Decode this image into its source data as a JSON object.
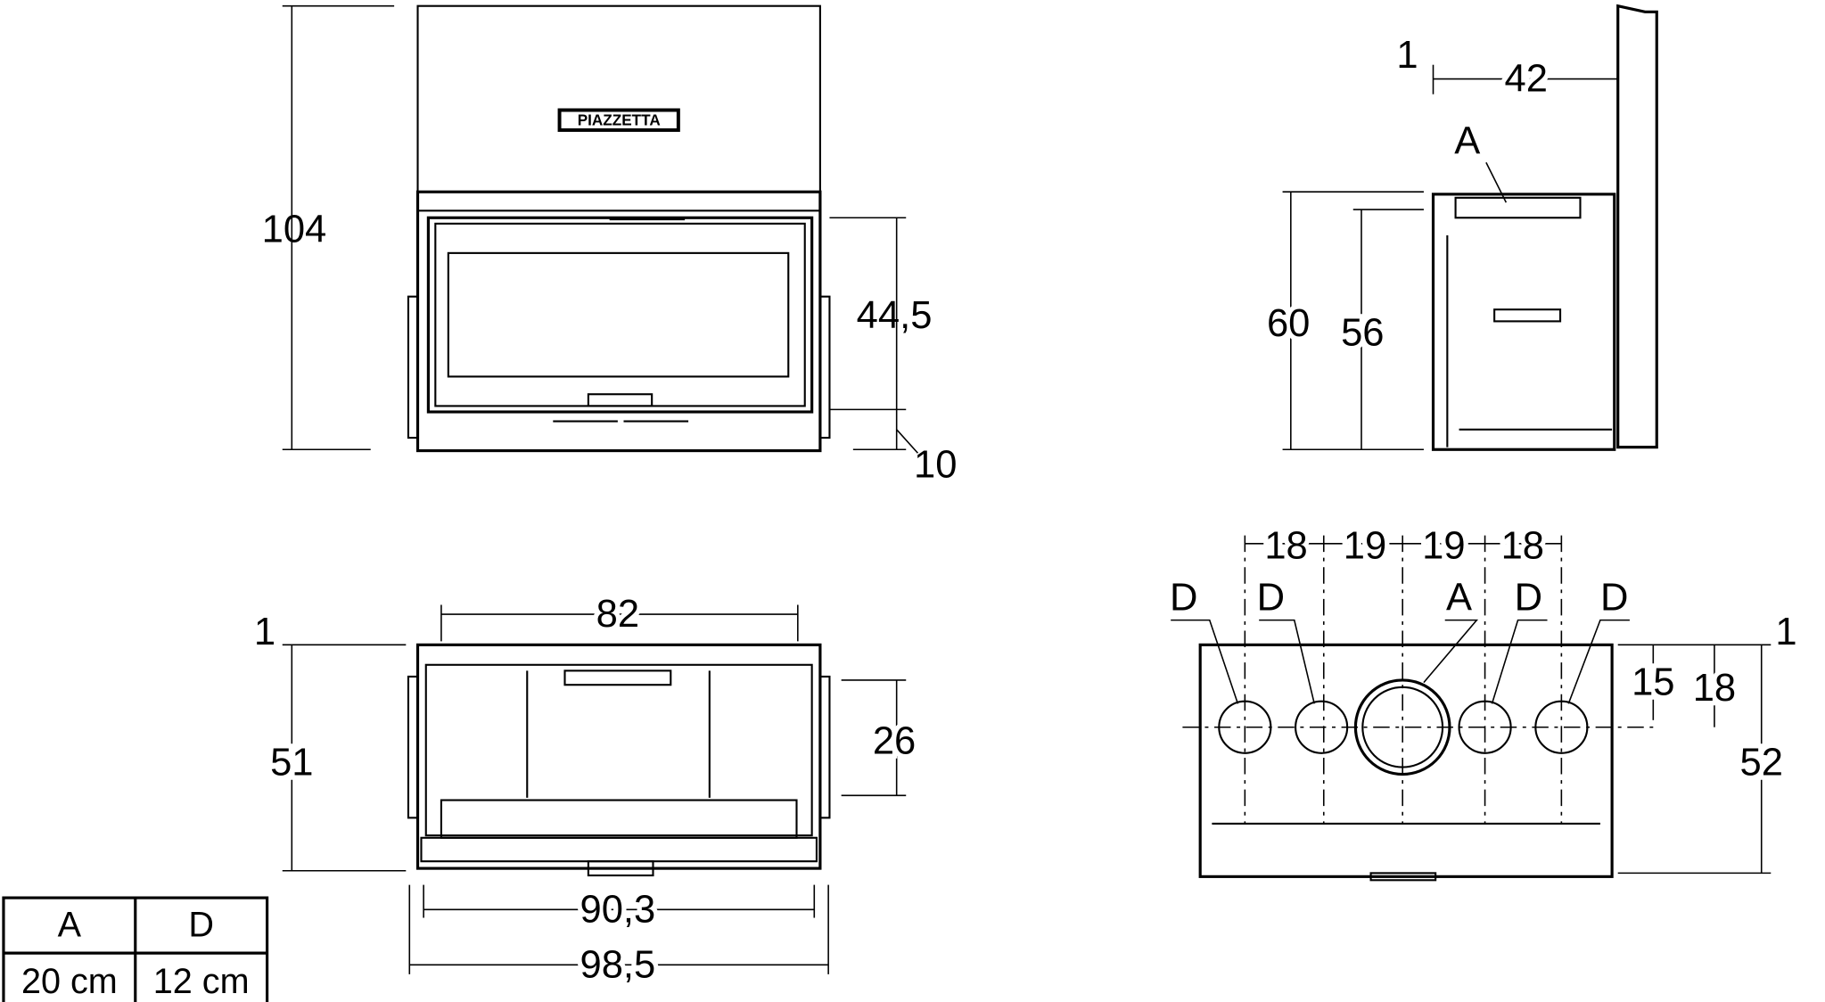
{
  "logo": "PIAZZETTA",
  "front_view": {
    "height": "104",
    "door_height": "44,5",
    "base": "10"
  },
  "side_view": {
    "offset": "1",
    "depth": "42",
    "flue_label": "A",
    "height_total": "60",
    "height_inner": "56"
  },
  "plan_view": {
    "offset": "1",
    "inner_width": "82",
    "depth": "51",
    "side_depth": "26",
    "width_mid": "90,3",
    "width_total": "98,5"
  },
  "top_view": {
    "spacings": [
      "18",
      "19",
      "19",
      "18"
    ],
    "outlets": [
      "D",
      "D",
      "A",
      "D",
      "D"
    ],
    "offset": "1",
    "dist1": "15",
    "dist2": "18",
    "depth": "52"
  },
  "legend": {
    "headers": [
      "A",
      "D"
    ],
    "values": [
      "20 cm",
      "12 cm"
    ]
  }
}
